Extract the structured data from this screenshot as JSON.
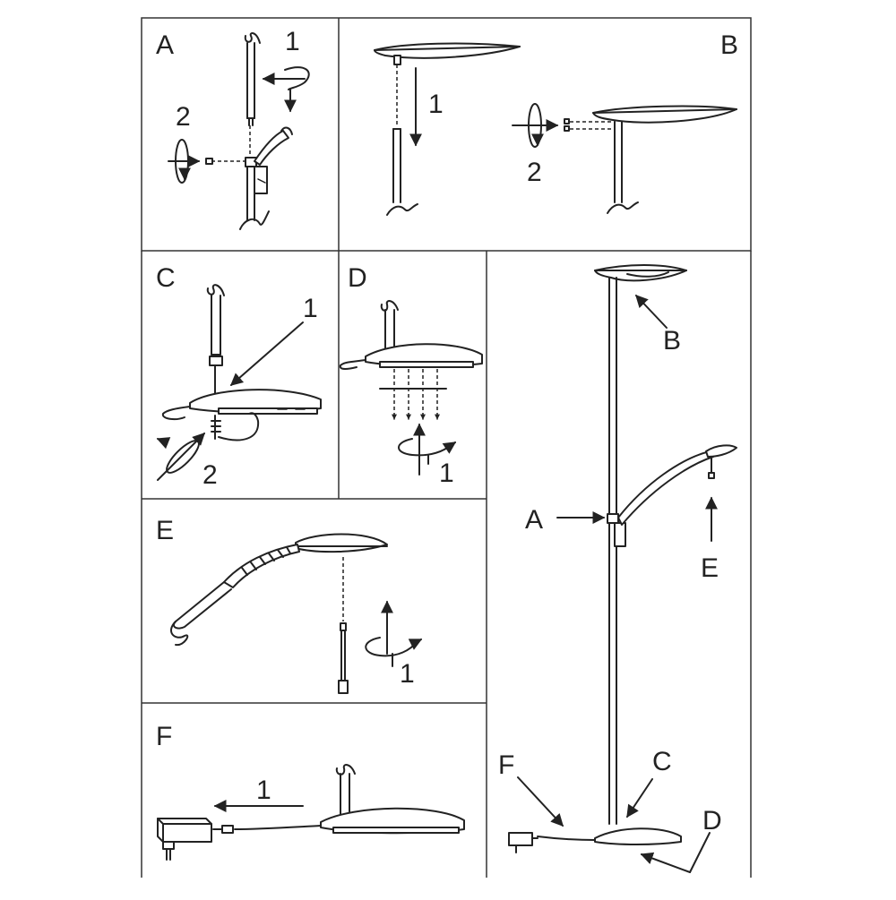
{
  "panels": {
    "A": {
      "label": "A",
      "step1": "1",
      "step2": "2"
    },
    "B": {
      "label": "B",
      "step1": "1",
      "step2": "2"
    },
    "C": {
      "label": "C",
      "step1": "1",
      "step2": "2"
    },
    "D": {
      "label": "D",
      "step1": "1"
    },
    "E": {
      "label": "E",
      "step1": "1"
    },
    "F": {
      "label": "F",
      "step1": "1"
    }
  },
  "overview": {
    "callout_a": "A",
    "callout_b": "B",
    "callout_c": "C",
    "callout_d": "D",
    "callout_e": "E",
    "callout_f": "F"
  },
  "colors": {
    "line": "#222222",
    "frame": "#333333",
    "background": "#ffffff"
  }
}
